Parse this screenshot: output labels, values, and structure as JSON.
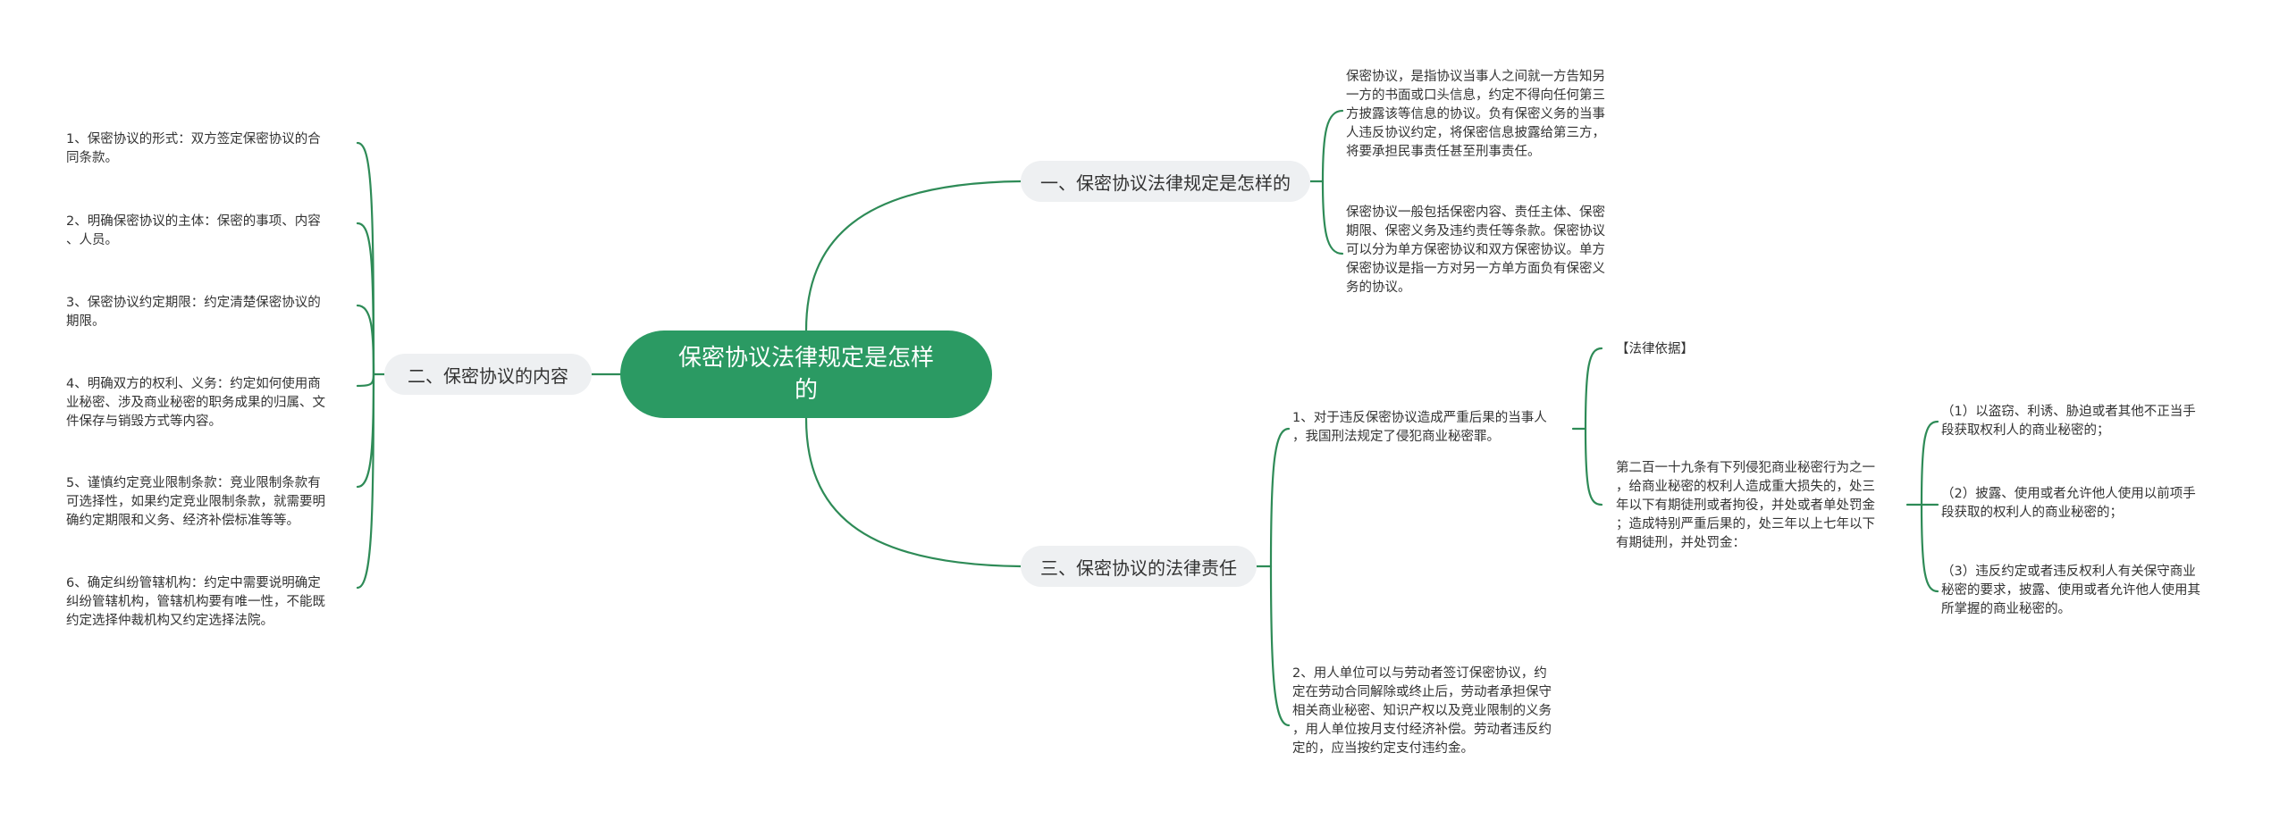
{
  "root": {
    "title_line1": "保密协议法律规定是怎样",
    "title_line2": "的"
  },
  "branch1": {
    "title": "一、保密协议法律规定是怎样的",
    "items": [
      {
        "lines": [
          "保密协议，是指协议当事人之间就一方告知另",
          "一方的书面或口头信息，约定不得向任何第三",
          "方披露该等信息的协议。负有保密义务的当事",
          "人违反协议约定，将保密信息披露给第三方，",
          "将要承担民事责任甚至刑事责任。"
        ]
      },
      {
        "lines": [
          "保密协议一般包括保密内容、责任主体、保密",
          "期限、保密义务及违约责任等条款。保密协议",
          "可以分为单方保密协议和双方保密协议。单方",
          "保密协议是指一方对另一方单方面负有保密义",
          "务的协议。"
        ]
      }
    ]
  },
  "branch2": {
    "title": "二、保密协议的内容",
    "items": [
      {
        "lines": [
          "1、保密协议的形式：双方签定保密协议的合",
          "同条款。"
        ]
      },
      {
        "lines": [
          "2、明确保密协议的主体：保密的事项、内容",
          "、人员。"
        ]
      },
      {
        "lines": [
          "3、保密协议约定期限：约定清楚保密协议的",
          "期限。"
        ]
      },
      {
        "lines": [
          "4、明确双方的权利、义务：约定如何使用商",
          "业秘密、涉及商业秘密的职务成果的归属、文",
          "件保存与销毁方式等内容。"
        ]
      },
      {
        "lines": [
          "5、谨慎约定竞业限制条款：竞业限制条款有",
          "可选择性，如果约定竞业限制条款，就需要明",
          "确约定期限和义务、经济补偿标准等等。"
        ]
      },
      {
        "lines": [
          "6、确定纠纷管辖机构：约定中需要说明确定",
          "纠纷管辖机构，管辖机构要有唯一性，不能既",
          "约定选择仲裁机构又约定选择法院。"
        ]
      }
    ]
  },
  "branch3": {
    "title": "三、保密协议的法律责任",
    "item1": {
      "lines": [
        "1、对于违反保密协议造成严重后果的当事人",
        "，我国刑法规定了侵犯商业秘密罪。"
      ],
      "basis": {
        "lines": [
          "【法律依据】"
        ]
      },
      "article": {
        "lines": [
          "第二百一十九条有下列侵犯商业秘密行为之一",
          "，给商业秘密的权利人造成重大损失的，处三",
          "年以下有期徒刑或者拘役，并处或者单处罚金",
          "；造成特别严重后果的，处三年以上七年以下",
          "有期徒刑，并处罚金："
        ],
        "subitems": [
          {
            "lines": [
              "（1）以盗窃、利诱、胁迫或者其他不正当手",
              "段获取权利人的商业秘密的；"
            ]
          },
          {
            "lines": [
              "（2）披露、使用或者允许他人使用以前项手",
              "段获取的权利人的商业秘密的；"
            ]
          },
          {
            "lines": [
              "（3）违反约定或者违反权利人有关保守商业",
              "秘密的要求，披露、使用或者允许他人使用其",
              "所掌握的商业秘密的。"
            ]
          }
        ]
      }
    },
    "item2": {
      "lines": [
        "2、用人单位可以与劳动者签订保密协议，约",
        "定在劳动合同解除或终止后，劳动者承担保守",
        "相关商业秘密、知识产权以及竞业限制的义务",
        "，用人单位按月支付经济补偿。劳动者违反约",
        "定的，应当按约定支付违约金。"
      ]
    }
  },
  "colors": {
    "accent": "#2b9a63",
    "link": "#2e8b57",
    "branch_bg": "#eef0f2",
    "text": "#333333"
  }
}
